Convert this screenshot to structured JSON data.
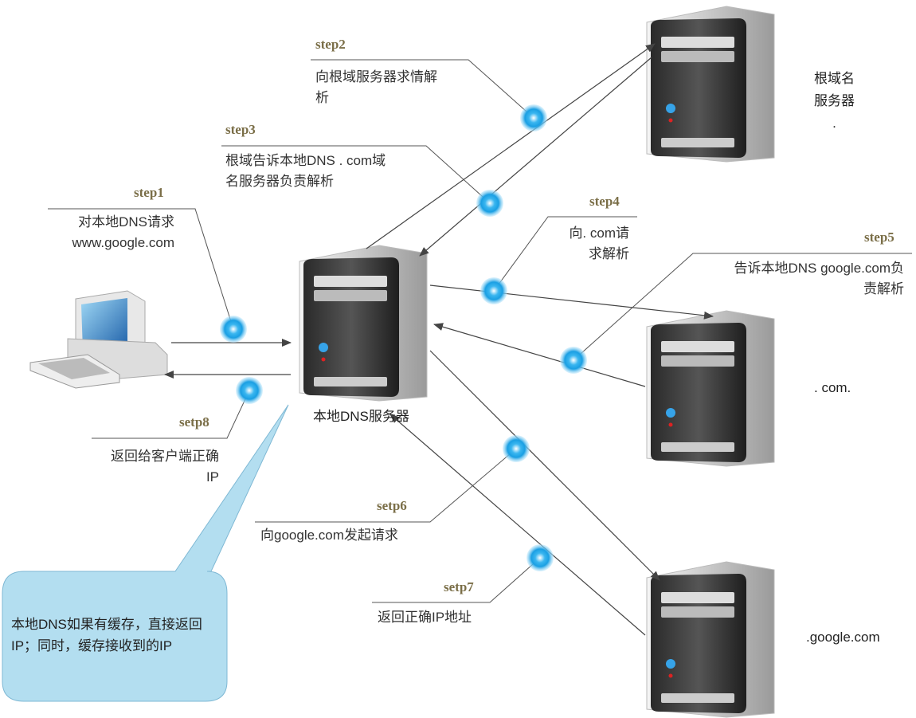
{
  "steps": {
    "step1": {
      "label": "step1",
      "text1": "对本地DNS请求",
      "text2": "www.google.com"
    },
    "step2": {
      "label": "step2",
      "text1": "向根域服务器求情解",
      "text2": "析"
    },
    "step3": {
      "label": "step3",
      "text1": "根域告诉本地DNS  . com域",
      "text2": "名服务器负责解析"
    },
    "step4": {
      "label": "step4",
      "text1": "向. com请",
      "text2": "求解析"
    },
    "step5": {
      "label": "step5",
      "text1": "告诉本地DNS google.com负",
      "text2": "责解析"
    },
    "setp6": {
      "label": "setp6",
      "text1": "向google.com发起请求"
    },
    "setp7": {
      "label": "setp7",
      "text1": "返回正确IP地址"
    },
    "setp8": {
      "label": "setp8",
      "text1": "返回给客户端正确",
      "text2": "IP"
    }
  },
  "nodes": {
    "root": {
      "line1": "根域名",
      "line2": "服务器",
      "line3": "."
    },
    "local": {
      "label": "本地DNS服务器"
    },
    "com": {
      "label": ". com."
    },
    "google": {
      "label": ".google.com"
    }
  },
  "callout": {
    "text": "本地DNS如果有缓存，直接返回IP；同时，缓存接收到的IP"
  },
  "colors": {
    "dot": "#1fa3e6",
    "bubble": "#b3def0",
    "step_label": "#7a6e47",
    "line": "#555555"
  }
}
